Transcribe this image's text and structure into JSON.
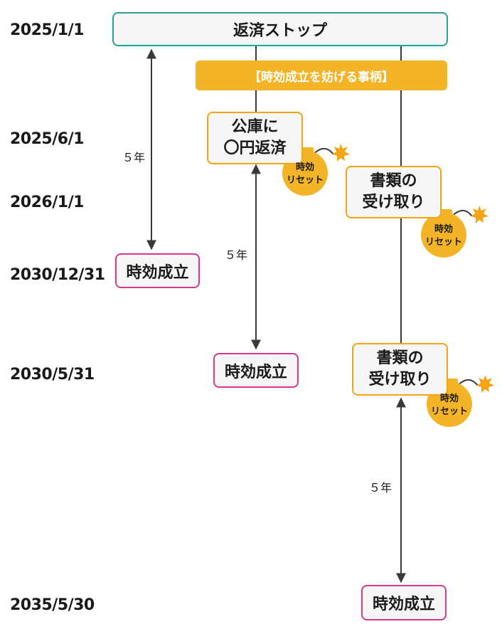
{
  "dates": [
    "2025/1/1",
    "2025/6/1",
    "2026/1/1",
    "2030/12/31",
    "2030/5/31",
    "2035/5/30"
  ],
  "top_box": "返済ストップ",
  "banner": "【時効成立を妨げる事柄】",
  "events": {
    "repayment": "公庫に\n〇円返済",
    "documents_1": "書類の\n受け取り",
    "documents_2": "書類の\n受け取り"
  },
  "bomb_label": "時効\nリセット",
  "period": "５年",
  "outcome": "時効成立",
  "colors": {
    "teal": "#2aa198",
    "orange": "#f4a516",
    "bomb": "#f4b427",
    "pink": "#d63a86"
  }
}
